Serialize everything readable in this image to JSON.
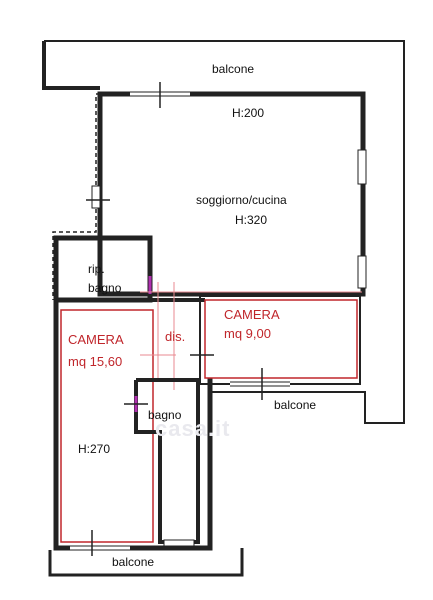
{
  "labels": {
    "balcone_top": "balcone",
    "h_200": "H:200",
    "soggiorno": "soggiorno/cucina",
    "h_320": "H:320",
    "rip": "rip.",
    "bagno_small": "bagno",
    "camera_right": "CAMERA",
    "camera_right_area": "mq 9,00",
    "camera_left": "CAMERA",
    "camera_left_area": "mq 15,60",
    "dis": "dis.",
    "bagno": "bagno",
    "balcone_right": "balcone",
    "h_270": "H:270",
    "balcone_bottom": "balcone"
  },
  "watermark": "casa.it",
  "colors": {
    "wall": "#222222",
    "red_outline": "#c0262b",
    "pink_line": "#e88a90",
    "accent_door": "#b02fb0"
  }
}
